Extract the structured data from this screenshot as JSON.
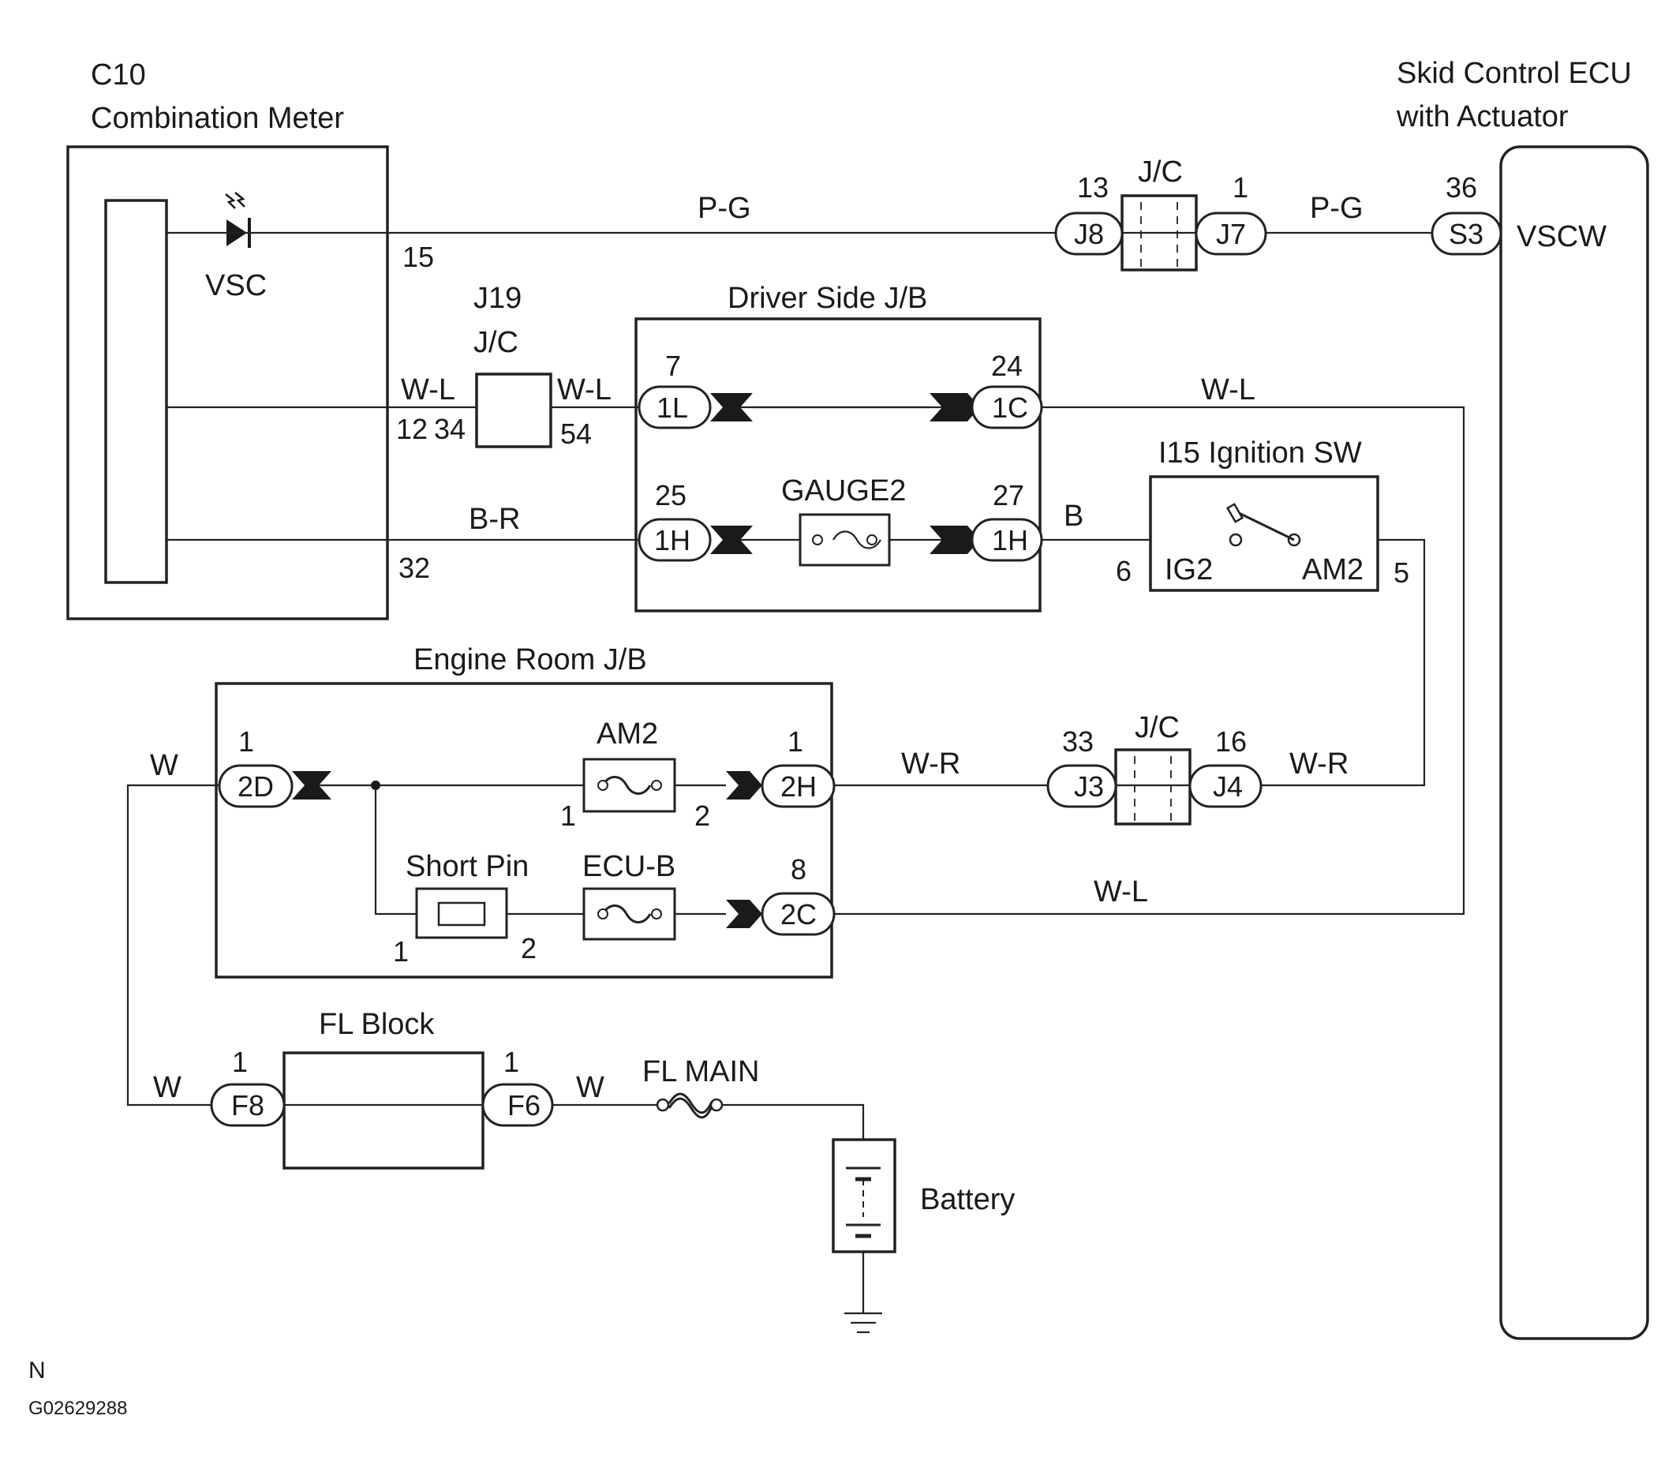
{
  "components": {
    "combination_meter": {
      "code": "C10",
      "name": "Combination Meter",
      "lamp": "VSC"
    },
    "skid_ecu": {
      "name_line1": "Skid Control ECU",
      "name_line2": "with Actuator",
      "terminal": "VSCW"
    },
    "driver_jb": {
      "name": "Driver Side J/B",
      "fuse": "GAUGE2"
    },
    "ignition_sw": {
      "name": "I15 Ignition SW",
      "term_left": "IG2",
      "term_right": "AM2"
    },
    "engine_jb": {
      "name": "Engine Room J/B",
      "fuse_am2": "AM2",
      "short_pin": "Short Pin",
      "fuse_ecub": "ECU-B"
    },
    "fl_block": {
      "name": "FL Block"
    },
    "fl_main": {
      "name": "FL MAIN"
    },
    "battery": {
      "name": "Battery"
    },
    "jc_top": {
      "name": "J/C"
    },
    "j19": {
      "code": "J19",
      "name": "J/C"
    },
    "jc_mid": {
      "name": "J/C"
    }
  },
  "connectors": {
    "J8": "J8",
    "J7": "J7",
    "S3": "S3",
    "1L": "1L",
    "1C": "1C",
    "1H_left": "1H",
    "1H_right": "1H",
    "2D": "2D",
    "2H": "2H",
    "2C": "2C",
    "J3": "J3",
    "J4": "J4",
    "F8": "F8",
    "F6": "F6"
  },
  "pins": {
    "meter_15": "15",
    "meter_12": "12",
    "meter_32": "32",
    "j19_34": "34",
    "j19_54": "54",
    "j8_13": "13",
    "j7_1": "1",
    "s3_36": "36",
    "l1_7": "7",
    "c1_24": "24",
    "h1_25": "25",
    "h1_27": "27",
    "ign_6": "6",
    "ign_5": "5",
    "d2_1": "1",
    "h2_1": "1",
    "c2_8": "8",
    "am2_1": "1",
    "am2_2": "2",
    "sp_1": "1",
    "sp_2": "2",
    "j3_33": "33",
    "j4_16": "16",
    "f8_1": "1",
    "f6_1": "1"
  },
  "wires": {
    "pg_left": "P-G",
    "pg_right": "P-G",
    "wl_meter": "W-L",
    "wl_jb": "W-L",
    "wl_ecu": "W-L",
    "wl_2c": "W-L",
    "br": "B-R",
    "b": "B",
    "wr_left": "W-R",
    "wr_right": "W-R",
    "w_2d": "W",
    "w_f8": "W",
    "w_f6": "W"
  },
  "footer": {
    "letter": "N",
    "code": "G02629288"
  }
}
